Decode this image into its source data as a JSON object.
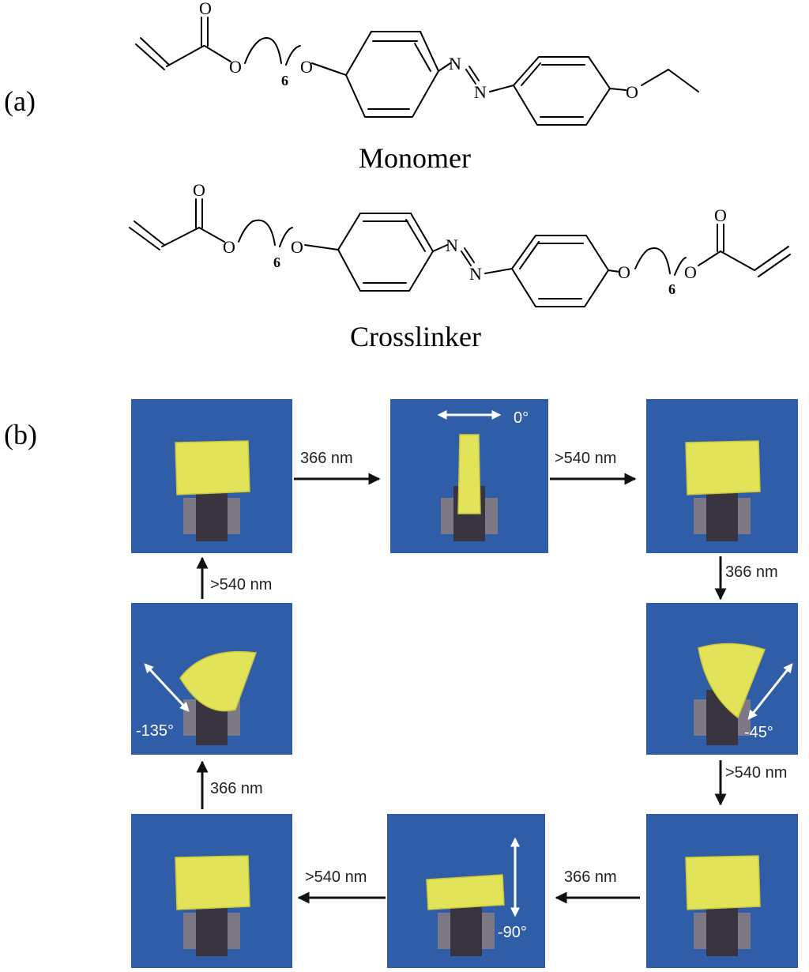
{
  "panel_a": {
    "label": "(a)",
    "monomer": {
      "name": "Monomer",
      "atoms": {
        "carbonyl_o": "O",
        "ester_o": "O",
        "ether_o1": "O",
        "azo_n1": "N",
        "azo_n2": "N",
        "ether_o2": "O"
      },
      "repeat_count": "6"
    },
    "crosslinker": {
      "name": "Crosslinker",
      "atoms": {
        "carbonyl_o1": "O",
        "ester_o1": "O",
        "ether_o1": "O",
        "azo_n1": "N",
        "azo_n2": "N",
        "ether_o2": "O",
        "ester_o2": "O",
        "carbonyl_o2": "O"
      },
      "repeat_count_left": "6",
      "repeat_count_right": "6"
    }
  },
  "panel_b": {
    "label": "(b)",
    "photos": [
      {
        "id": "p1",
        "state": "flat",
        "label": ""
      },
      {
        "id": "p2",
        "state": "bent",
        "label": "0°"
      },
      {
        "id": "p3",
        "state": "flat",
        "label": ""
      },
      {
        "id": "p4",
        "state": "bent",
        "label": "-45°"
      },
      {
        "id": "p5",
        "state": "flat",
        "label": ""
      },
      {
        "id": "p6",
        "state": "bent",
        "label": "-90°"
      },
      {
        "id": "p7",
        "state": "flat",
        "label": ""
      },
      {
        "id": "p8",
        "state": "bent",
        "label": "-135°"
      }
    ],
    "steps": [
      {
        "id": "s1",
        "label": "366 nm"
      },
      {
        "id": "s2",
        "label": ">540 nm"
      },
      {
        "id": "s3",
        "label": "366 nm"
      },
      {
        "id": "s4",
        "label": ">540 nm"
      },
      {
        "id": "s5",
        "label": "366 nm"
      },
      {
        "id": "s6",
        "label": ">540 nm"
      },
      {
        "id": "s7",
        "label": "366 nm"
      },
      {
        "id": "s8",
        "label": ">540 nm"
      }
    ],
    "colors": {
      "photo_bg": "#2f5da8",
      "film": "#e3e35a",
      "post": "#3a3340",
      "base": "#8a7d80"
    }
  }
}
